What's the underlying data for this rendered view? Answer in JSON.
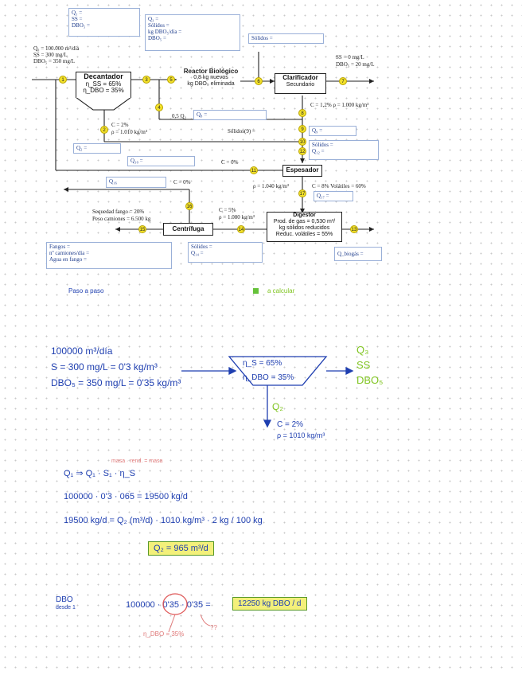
{
  "diagram": {
    "box_top_q1": [
      "Q₁ =",
      "SS =",
      "DBO₅ ="
    ],
    "box_top_q3": [
      "Q₃ =",
      "Sólidos =",
      "kg DBO₅/día =",
      "DBO₅ ="
    ],
    "box_solidos_top": "Sólidos =",
    "influent": [
      "Q₀ = 100.000 m³/día",
      "SS = 300 mg/L",
      "DBO₅ = 350 mg/L"
    ],
    "effluent": [
      "SS = 0 mg/L",
      "DBO₅ = 20 mg/L"
    ],
    "decantador": {
      "title": "Decantador",
      "eta_ss": "η_SS = 65%",
      "eta_dbo": "η_DBO = 35%"
    },
    "reactor": {
      "title": "Reactor Biológico",
      "line1": "0,8 kg nuevos",
      "line2": "kg DBO₅ eliminada"
    },
    "clarificador": {
      "title": "Clarificador",
      "sub": "Secundario"
    },
    "espesador": "Espesador",
    "digestor": {
      "title": "Digestor",
      "line1": "Prod. de gas = 0,530 m³/",
      "line2": "kg sólidos reducidos",
      "line3": "Reduc. volátiles = 55%"
    },
    "centrifuga": "Centrífuga",
    "labels": {
      "c_clar": "C = 1,2%   ρ = 1.000 kg/m³",
      "q8_frac": "0,5 Q₂",
      "q8_box": "Q₈ =",
      "c2": "C = 2%",
      "rho2": "ρ = 1.010 kg/m³",
      "solidos9": "Sólidos(9) =",
      "q9": "Q₉ =",
      "solidos12": "Sólidos =",
      "q12": "Q₁₂ =",
      "q2_box": "Q₂ =",
      "q10_box": "Q₁₀ =",
      "c0a": "C = 0%",
      "q16_box": "Q₁₆",
      "c0b": "C = 0%",
      "c8": "C = 8%    Volátiles = 60%",
      "rho11": "ρ = 1.040 kg/m³",
      "q17_box": "Q₁₇ =",
      "c5": "C = 5%",
      "rho13": "ρ = 1.080 kg/m³",
      "sequedad": "Sequedad fango = 20%",
      "camiones": "Peso camiones = 6.500 kg",
      "fangos_box": [
        "Fangos =",
        "nº camiones/día =",
        "Agua en fango ="
      ],
      "solidos14_box": [
        "Sólidos =",
        "Q₁₄ ="
      ],
      "qbiogas_box": "Q_biogás ="
    },
    "points": [
      "1",
      "2",
      "3",
      "4",
      "5",
      "6",
      "7",
      "8",
      "9",
      "10",
      "11",
      "12",
      "13",
      "14",
      "15",
      "16",
      "17"
    ]
  },
  "legend": {
    "paso": "Paso a paso",
    "calcular": "a calcular"
  },
  "notes": {
    "l1": "100000 m³/día",
    "l2": "S = 300 mg/L = 0'3 kg/m³",
    "l3": "DBO₅ = 350 mg/L = 0'35 kg/m³",
    "eta1": "η_S = 65%",
    "eta2": "η_DBO = 35%",
    "out": [
      "Q₃",
      "SS",
      "DBO₅"
    ],
    "q2": "Q₂",
    "c2": "C = 2%",
    "rho": "ρ = 1010 kg/m³",
    "red_top": "masa · rend. = masa",
    "eq1": "Q₁   ⇒   Q₁ · S₁ · η_S",
    "eq2": "100000 · 0'3 · 065  =  19500 kg/d",
    "eq3": "19500 kg/d  =  Q₂ (m³/d) · 1010 kg/m³ · 2 kg / 100 kg",
    "result_q2": "Q₂ = 965 m³/d",
    "dbo_label": "DBO",
    "dbo_sub": "desde 1",
    "eq4": "100000 · 0'35 · 0'35  =",
    "result_dbo": "12250  kg DBO / d",
    "red_bottom1": "η_DBO = 35%",
    "red_bottom2": "??"
  }
}
